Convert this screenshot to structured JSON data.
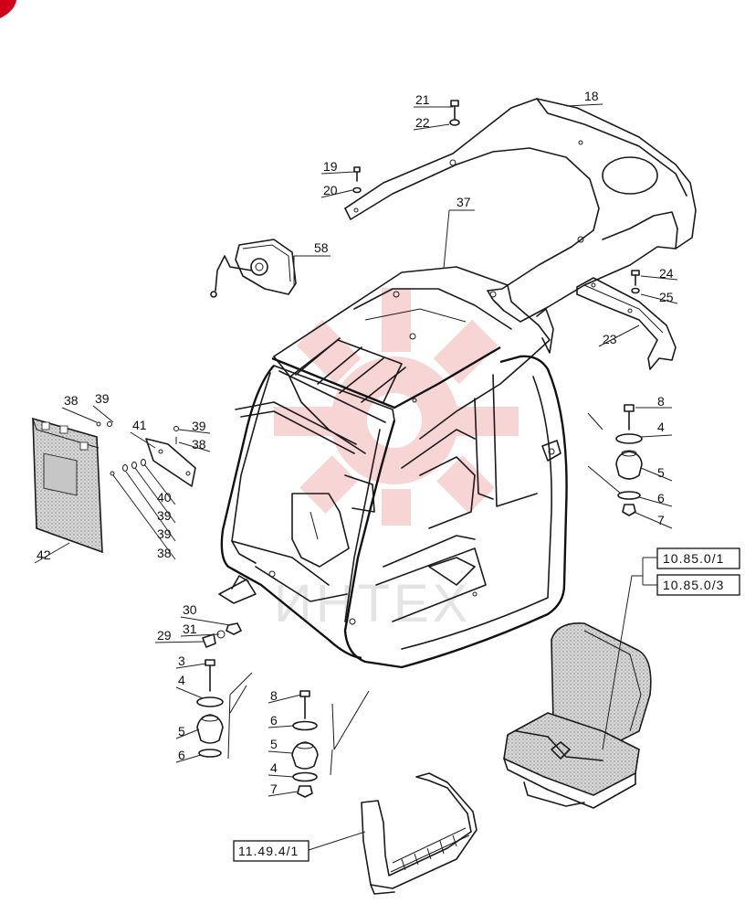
{
  "colors": {
    "ink": "#1a1a1a",
    "watermark": "#f2b8b8",
    "logo_corner": "#d0021b",
    "seat_fill": "#bdbdbd"
  },
  "watermark": {
    "text": "ИНТЕХ"
  },
  "callouts": {
    "c21": "21",
    "c22": "22",
    "c18": "18",
    "c19": "19",
    "c20": "20",
    "c37": "37",
    "c58": "58",
    "c24": "24",
    "c25": "25",
    "c23": "23",
    "c38a": "38",
    "c39a": "39",
    "c41": "41",
    "c39b": "39",
    "c38b": "38",
    "c40": "40",
    "c39c": "39",
    "c39d": "39",
    "c38c": "38",
    "c42": "42",
    "r8": "8",
    "r4": "4",
    "r5": "5",
    "r6": "6",
    "r7": "7",
    "c30": "30",
    "c31": "31",
    "c29": "29",
    "l3": "3",
    "l4": "4",
    "l5": "5",
    "l6": "6",
    "m8": "8",
    "m6": "6",
    "m5": "5",
    "m4": "4",
    "m7": "7"
  },
  "references": {
    "seat_a": "10.85.0/1",
    "seat_b": "10.85.0/3",
    "step": "11.49.4/1"
  }
}
